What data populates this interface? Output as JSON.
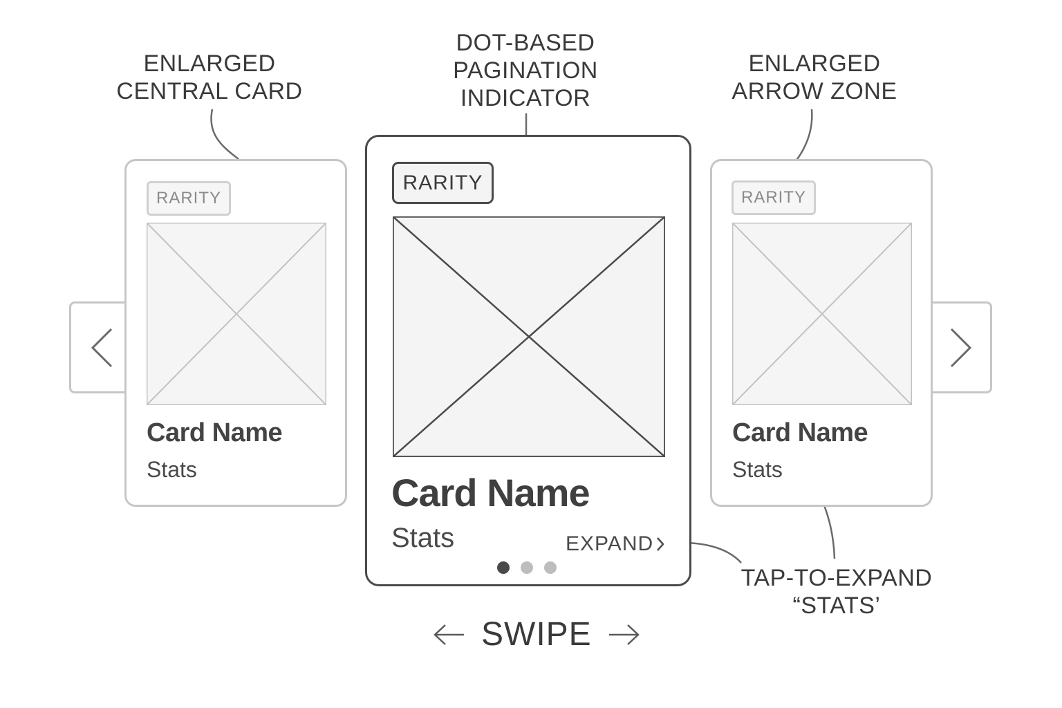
{
  "annotations": {
    "central_card": [
      "ENLARGED",
      "CENTRAL CARD"
    ],
    "pagination": [
      "DOT-BASED",
      "PAGINATION",
      "INDICATOR"
    ],
    "arrow_zone": [
      "ENLARGED",
      "ARROW ZONE"
    ],
    "tap_expand": [
      "TAP-TO-EXPAND",
      "“STATS’"
    ]
  },
  "cards": {
    "left": {
      "rarity": "RARITY",
      "name": "Card Name",
      "stats": "Stats"
    },
    "center": {
      "rarity": "RARITY",
      "name": "Card Name",
      "stats": "Stats",
      "expand_label": "EXPAND"
    },
    "right": {
      "rarity": "RARITY",
      "name": "Card Name",
      "stats": "Stats"
    }
  },
  "pagination": {
    "total": 3,
    "active_index": 0
  },
  "swipe": {
    "label": "SWIPE"
  },
  "colors": {
    "stroke_dark": "#4a4a4a",
    "stroke_light": "#c6c6c6",
    "placeholder_fill": "#f4f4f4",
    "text": "#3d3d3d"
  },
  "icons": [
    "chevron-left-icon",
    "chevron-right-icon",
    "arrow-left-icon",
    "arrow-right-icon",
    "chevron-right-small-icon"
  ]
}
